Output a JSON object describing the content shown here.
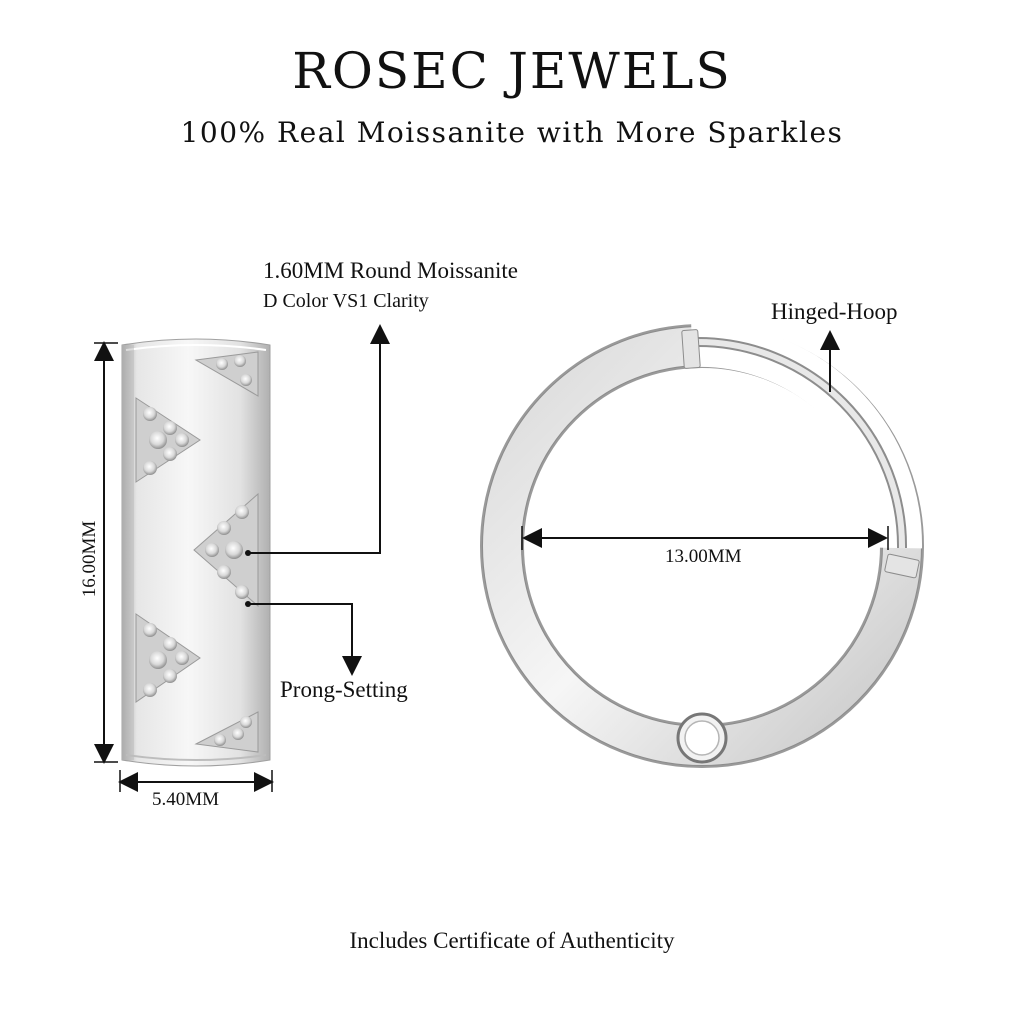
{
  "header": {
    "brand": "ROSEC JEWELS",
    "tagline": "100% Real Moissanite with More Sparkles"
  },
  "annotations": {
    "stone_line1": "1.60MM Round Moissanite",
    "stone_line2": "D Color VS1 Clarity",
    "prong": "Prong-Setting",
    "hinge": "Hinged-Hoop"
  },
  "dimensions": {
    "height": "16.00MM",
    "width": "5.40MM",
    "diameter": "13.00MM"
  },
  "footer": {
    "certificate": "Includes Certificate of Authenticity"
  },
  "colors": {
    "metal_light": "#f4f4f4",
    "metal_mid": "#dcdcdc",
    "metal_dark": "#a8a8a8",
    "line": "#111111"
  }
}
